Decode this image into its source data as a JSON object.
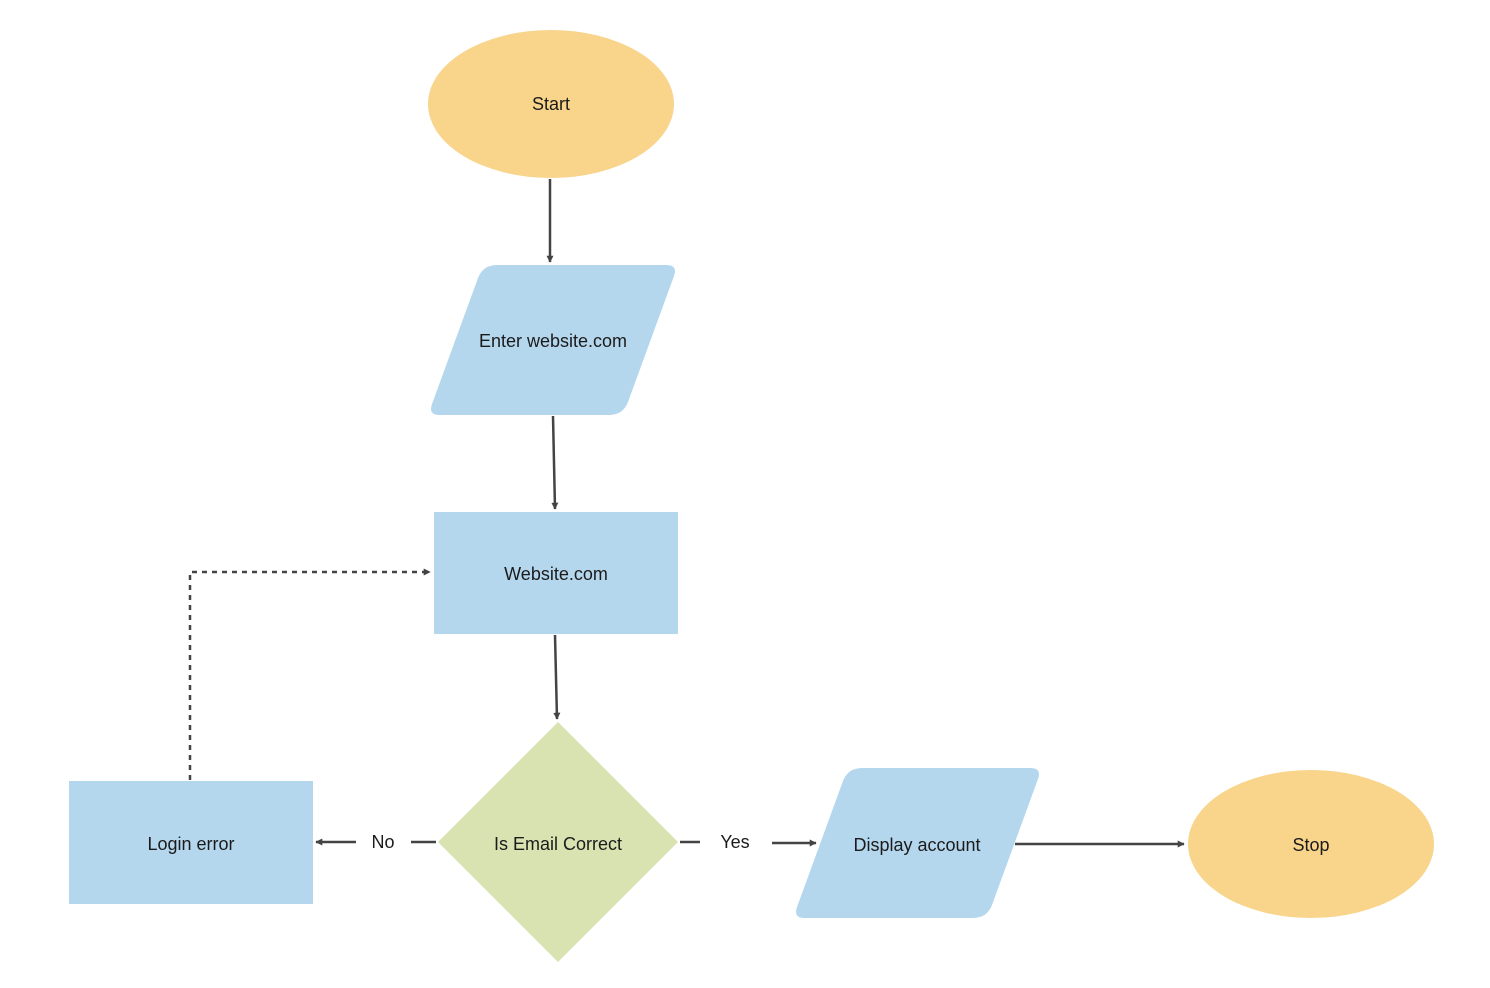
{
  "colors": {
    "terminal": "#f9d48b",
    "process": "#b5d7ee",
    "decision": "#d8e3b1",
    "edge": "#444444",
    "background": "#ffffff"
  },
  "nodes": {
    "start": {
      "label": "Start",
      "shape": "ellipse"
    },
    "enter_site": {
      "label": "Enter website.com",
      "shape": "parallelogram"
    },
    "website": {
      "label": "Website.com",
      "shape": "rectangle"
    },
    "decision": {
      "label": "Is Email Correct",
      "shape": "diamond"
    },
    "login_error": {
      "label": "Login error",
      "shape": "rectangle"
    },
    "display_account": {
      "label": "Display account",
      "shape": "parallelogram"
    },
    "stop": {
      "label": "Stop",
      "shape": "ellipse"
    }
  },
  "edges": [
    {
      "from": "start",
      "to": "enter_site",
      "label": "",
      "style": "solid"
    },
    {
      "from": "enter_site",
      "to": "website",
      "label": "",
      "style": "solid"
    },
    {
      "from": "website",
      "to": "decision",
      "label": "",
      "style": "solid"
    },
    {
      "from": "decision",
      "to": "login_error",
      "label": "No",
      "style": "solid"
    },
    {
      "from": "decision",
      "to": "display_account",
      "label": "Yes",
      "style": "solid"
    },
    {
      "from": "display_account",
      "to": "stop",
      "label": "",
      "style": "solid"
    },
    {
      "from": "login_error",
      "to": "website",
      "label": "",
      "style": "dashed"
    }
  ]
}
